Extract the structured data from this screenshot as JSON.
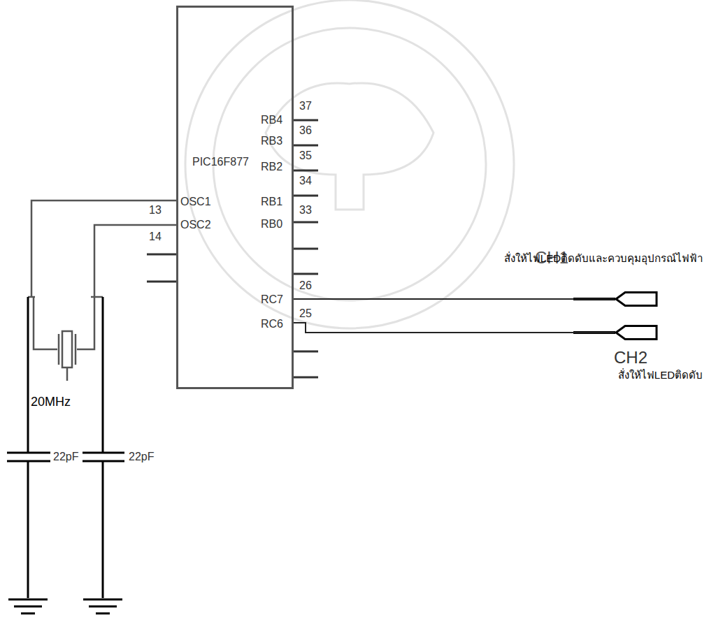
{
  "diagram": {
    "nodes": [
      {
        "text": [
          "PIC16F877"
        ]
      },
      {
        "text": [
          "CH1",
          "สั่งให้ไฟLEDติดดับและควบคุมอุปกรณ์ไฟฟ้า"
        ]
      },
      {
        "text": [
          "CH2",
          "สั่งให้ไฟLEDติดดับ"
        ]
      }
    ],
    "edges": [
      {
        "from": 0,
        "to": 1,
        "arrow": "none"
      },
      {
        "from": 0,
        "to": 2,
        "arrow": "none"
      }
    ],
    "labels": [
      "RB4",
      "37",
      "36",
      "RB3",
      "35",
      "RB2",
      "34",
      "RB1",
      "33",
      "OSC1",
      "RB0",
      "13",
      "OSC2",
      "14",
      "RC7",
      "26",
      "25",
      "RC6",
      "20MHz",
      "22pF",
      "22pF"
    ]
  }
}
